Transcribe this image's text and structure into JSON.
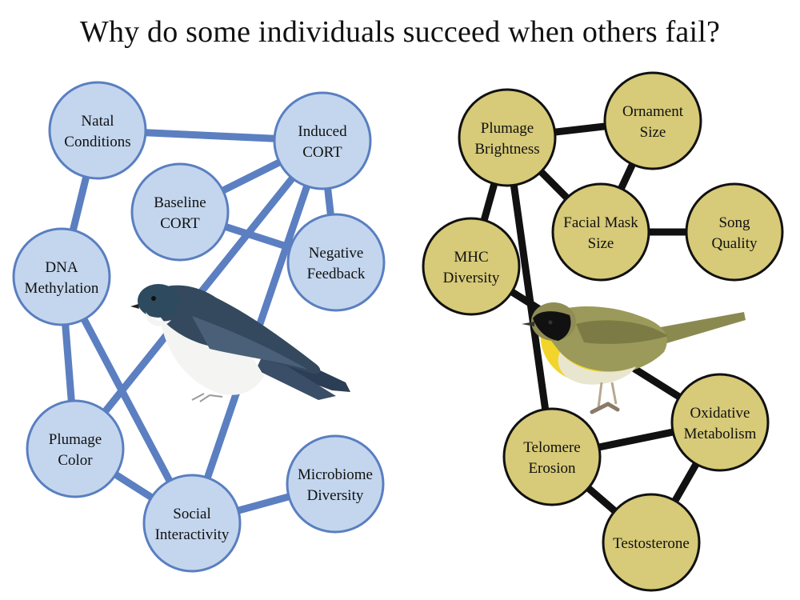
{
  "title": "Why do some individuals succeed when others fail?",
  "colors": {
    "left_node_fill": "#c4d6ee",
    "left_node_stroke": "#5a7fc0",
    "left_edge": "#5b7fc1",
    "right_node_fill": "#d7ca78",
    "right_node_stroke": "#111111",
    "right_edge": "#111111"
  },
  "left_network": {
    "illustration": "tree-swallow",
    "nodes": [
      {
        "id": "natal",
        "lines": [
          "Natal",
          "Conditions"
        ]
      },
      {
        "id": "induced",
        "lines": [
          "Induced",
          "CORT"
        ]
      },
      {
        "id": "baseline",
        "lines": [
          "Baseline",
          "CORT"
        ]
      },
      {
        "id": "negfb",
        "lines": [
          "Negative",
          "Feedback"
        ]
      },
      {
        "id": "dna",
        "lines": [
          "DNA",
          "Methylation"
        ]
      },
      {
        "id": "plumcolor",
        "lines": [
          "Plumage",
          "Color"
        ]
      },
      {
        "id": "social",
        "lines": [
          "Social",
          "Interactivity"
        ]
      },
      {
        "id": "microbiome",
        "lines": [
          "Microbiome",
          "Diversity"
        ]
      }
    ],
    "edges": [
      [
        "natal",
        "induced"
      ],
      [
        "natal",
        "dna"
      ],
      [
        "baseline",
        "induced"
      ],
      [
        "baseline",
        "negfb"
      ],
      [
        "induced",
        "negfb"
      ],
      [
        "induced",
        "plumcolor"
      ],
      [
        "induced",
        "social"
      ],
      [
        "dna",
        "plumcolor"
      ],
      [
        "dna",
        "social"
      ],
      [
        "plumcolor",
        "social"
      ],
      [
        "social",
        "microbiome"
      ]
    ]
  },
  "right_network": {
    "illustration": "common-yellowthroat",
    "nodes": [
      {
        "id": "plumbright",
        "lines": [
          "Plumage",
          "Brightness"
        ]
      },
      {
        "id": "ornament",
        "lines": [
          "Ornament",
          "Size"
        ]
      },
      {
        "id": "facialmask",
        "lines": [
          "Facial Mask",
          "Size"
        ]
      },
      {
        "id": "song",
        "lines": [
          "Song",
          "Quality"
        ]
      },
      {
        "id": "mhc",
        "lines": [
          "MHC",
          "Diversity"
        ]
      },
      {
        "id": "oxidative",
        "lines": [
          "Oxidative",
          "Metabolism"
        ]
      },
      {
        "id": "telomere",
        "lines": [
          "Telomere",
          "Erosion"
        ]
      },
      {
        "id": "testosterone",
        "lines": [
          "Testosterone"
        ]
      }
    ],
    "edges": [
      [
        "plumbright",
        "ornament"
      ],
      [
        "plumbright",
        "facialmask"
      ],
      [
        "plumbright",
        "mhc"
      ],
      [
        "plumbright",
        "telomere"
      ],
      [
        "ornament",
        "facialmask"
      ],
      [
        "facialmask",
        "song"
      ],
      [
        "mhc",
        "oxidative"
      ],
      [
        "telomere",
        "oxidative"
      ],
      [
        "telomere",
        "testosterone"
      ],
      [
        "oxidative",
        "testosterone"
      ]
    ]
  }
}
